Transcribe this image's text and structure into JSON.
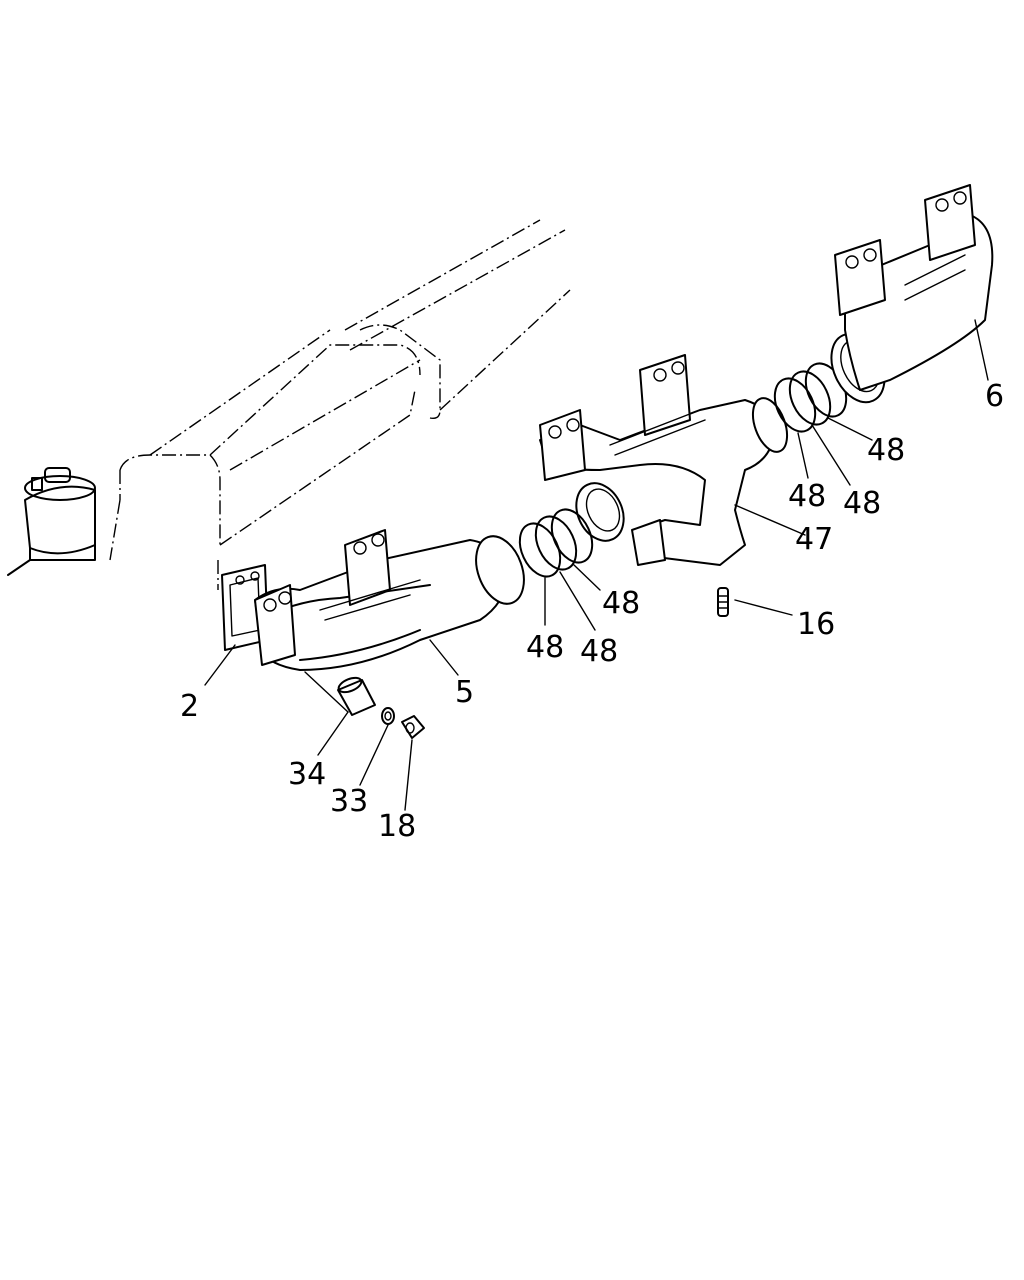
{
  "callouts": {
    "c2": "2",
    "c5": "5",
    "c6": "6",
    "c16": "16",
    "c18": "18",
    "c33": "33",
    "c34": "34",
    "c47": "47",
    "c48a": "48",
    "c48b": "48",
    "c48c": "48",
    "c48d": "48",
    "c48e": "48",
    "c48f": "48"
  }
}
